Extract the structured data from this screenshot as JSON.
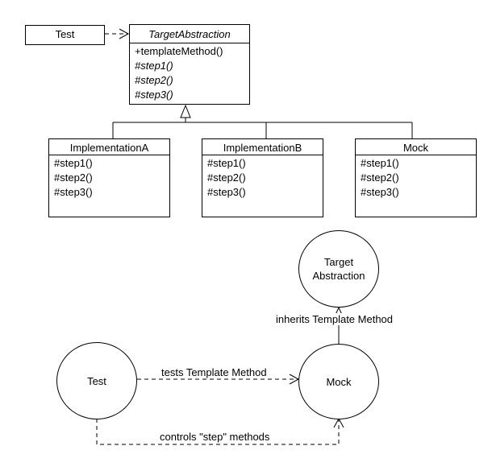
{
  "uml": {
    "test_box": {
      "label": "Test"
    },
    "target_abstraction": {
      "name": "TargetAbstraction",
      "operations": [
        "+templateMethod()",
        "#step1()",
        "#step2()",
        "#step3()"
      ]
    },
    "implementations": [
      {
        "name": "ImplementationA",
        "operations": [
          "#step1()",
          "#step2()",
          "#step3()"
        ]
      },
      {
        "name": "ImplementationB",
        "operations": [
          "#step1()",
          "#step2()",
          "#step3()"
        ]
      },
      {
        "name": "Mock",
        "operations": [
          "#step1()",
          "#step2()",
          "#step3()"
        ]
      }
    ]
  },
  "graph": {
    "target_circle": {
      "line1": "Target",
      "line2": "Abstraction"
    },
    "test_circle": {
      "label": "Test"
    },
    "mock_circle": {
      "label": "Mock"
    },
    "edge_inherits": "inherits Template Method",
    "edge_tests": "tests Template Method",
    "edge_controls": "controls \"step\" methods"
  }
}
